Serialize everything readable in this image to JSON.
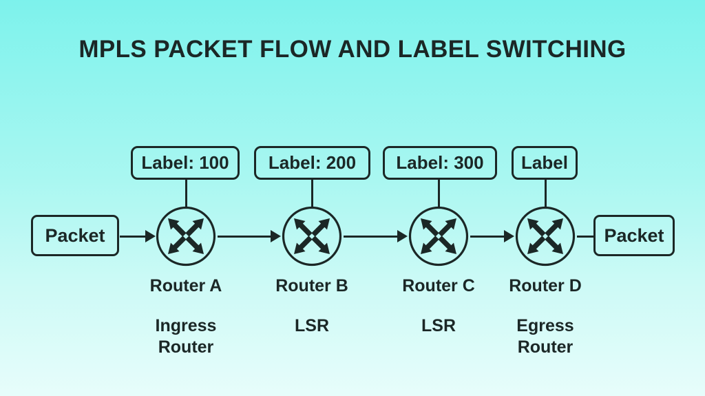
{
  "title": "MPLS PACKET FLOW AND LABEL SWITCHING",
  "packet_in": "Packet",
  "packet_out": "Packet",
  "routers": [
    {
      "name": "Router A",
      "role": "Ingress Router",
      "label": "Label: 100"
    },
    {
      "name": "Router B",
      "role": "LSR",
      "label": "Label: 200"
    },
    {
      "name": "Router C",
      "role": "LSR",
      "label": "Label: 300"
    },
    {
      "name": "Router D",
      "role": "Egress Router",
      "label": "Label"
    }
  ],
  "colors": {
    "background_top": "#7df2ec",
    "background_bottom": "#e7fdfb",
    "ink": "#1b2726"
  },
  "icons": {
    "router_node": "router-crossed-arrows-icon",
    "flow_arrow": "right-arrowhead-icon"
  }
}
